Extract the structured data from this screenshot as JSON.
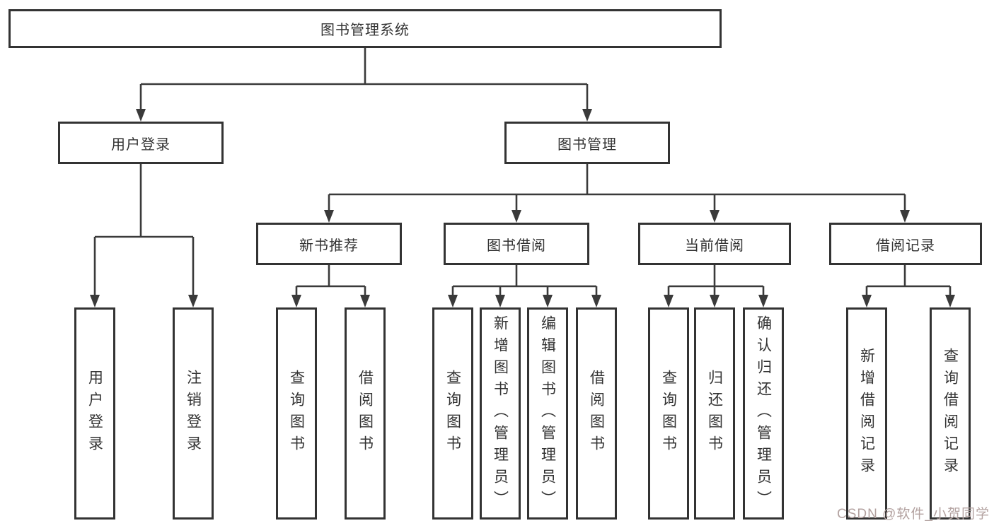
{
  "colors": {
    "line": "#3a3a3a",
    "box_border": "#333333",
    "box_fill": "#ffffff",
    "text": "#333333",
    "watermark": "#b3a2a0",
    "background": "#ffffff"
  },
  "diagram": {
    "title": "图书管理系统",
    "root": {
      "label": "图书管理系统"
    },
    "branches": [
      {
        "label": "用户登录"
      },
      {
        "label": "图书管理"
      }
    ],
    "modules": [
      {
        "label": "新书推荐"
      },
      {
        "label": "图书借阅"
      },
      {
        "label": "当前借阅"
      },
      {
        "label": "借阅记录"
      }
    ],
    "leaves": {
      "user_login": [
        "用户登录",
        "注销登录"
      ],
      "new_books": [
        "查询图书",
        "借阅图书"
      ],
      "book_borrowing": [
        "查询图书",
        "新增图书（管理员）",
        "编辑图书（管理员）",
        "借阅图书"
      ],
      "current_borrowing": [
        "查询图书",
        "归还图书",
        "确认归还（管理员）"
      ],
      "borrowing_records": [
        "新增借阅记录",
        "查询借阅记录"
      ]
    }
  },
  "watermark": {
    "text": "CSDN @软件_小贺同学"
  }
}
